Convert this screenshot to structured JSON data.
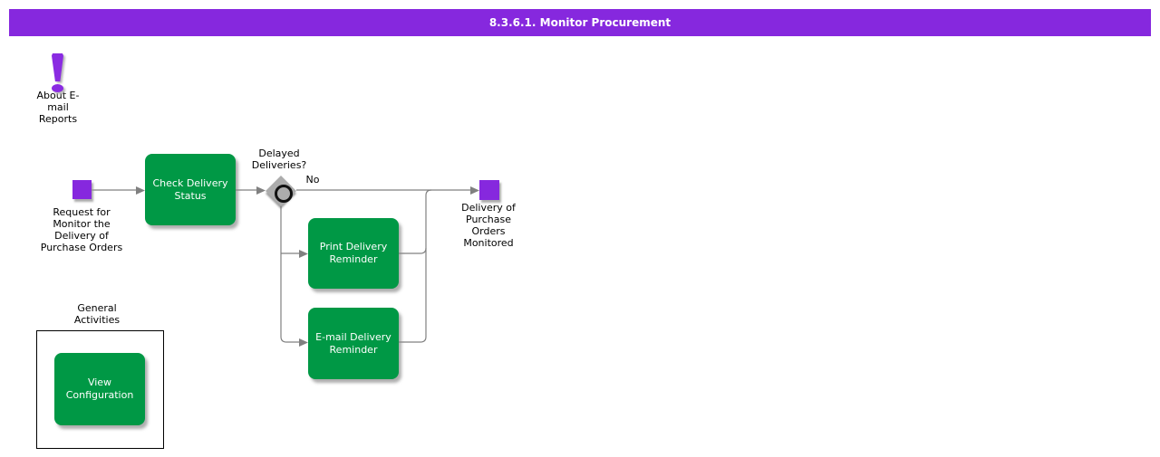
{
  "header": {
    "title": "8.3.6.1. Monitor Procurement"
  },
  "colors": {
    "accent_purple": "#8628DE",
    "task_green": "#009845",
    "connector_gray": "#808080"
  },
  "about": {
    "label": "About E-\nmail\nReports"
  },
  "flow": {
    "start": {
      "label": "Request for\nMonitor the\nDelivery of\nPurchase Orders"
    },
    "check": {
      "label": "Check Delivery\nStatus"
    },
    "decision": {
      "label": "Delayed\nDeliveries?",
      "no": "No"
    },
    "print": {
      "label": "Print Delivery\nReminder"
    },
    "email": {
      "label": "E-mail Delivery\nReminder"
    },
    "end": {
      "label": "Delivery of\nPurchase\nOrders\nMonitored"
    }
  },
  "general": {
    "title": "General\nActivities",
    "view": {
      "label": "View\nConfiguration"
    }
  }
}
